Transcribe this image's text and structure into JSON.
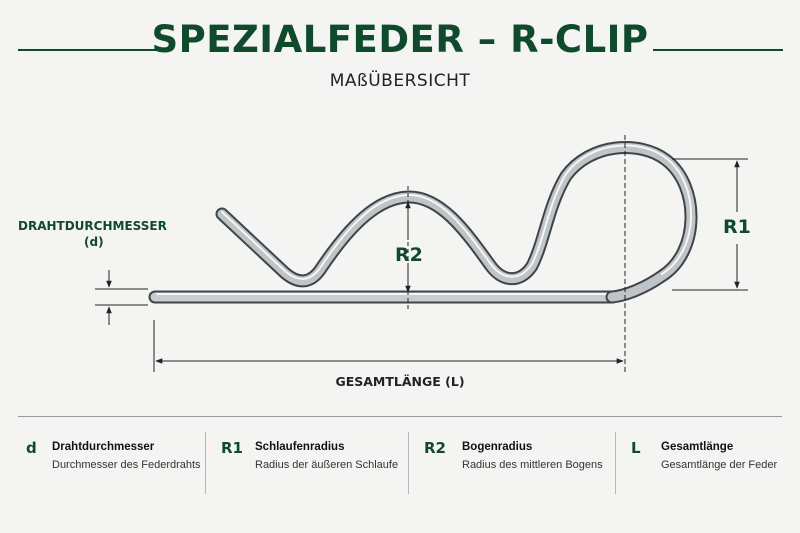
{
  "header": {
    "title": "SPEZIALFEDER – R-CLIP",
    "subtitle": "MAßÜBERSICHT"
  },
  "diagram": {
    "wire_label": "DRAHTDURCHMESSER",
    "wire_symbol": "(d)",
    "r2_label": "R2",
    "r1_label": "R1",
    "length_label": "GESAMTLÄNGE (L)"
  },
  "colors": {
    "accent": "#0f4a2c",
    "background": "#f4f4f2",
    "dimension_line": "#222222"
  },
  "legend": [
    {
      "symbol": "d",
      "name": "Drahtdurchmesser",
      "description": "Durchmesser des Federdrahts"
    },
    {
      "symbol": "R1",
      "name": "Schlaufenradius",
      "description": "Radius der äußeren Schlaufe"
    },
    {
      "symbol": "R2",
      "name": "Bogenradius",
      "description": "Radius des mittleren Bogens"
    },
    {
      "symbol": "L",
      "name": "Gesamtlänge",
      "description": "Gesamtlänge der Feder"
    }
  ]
}
